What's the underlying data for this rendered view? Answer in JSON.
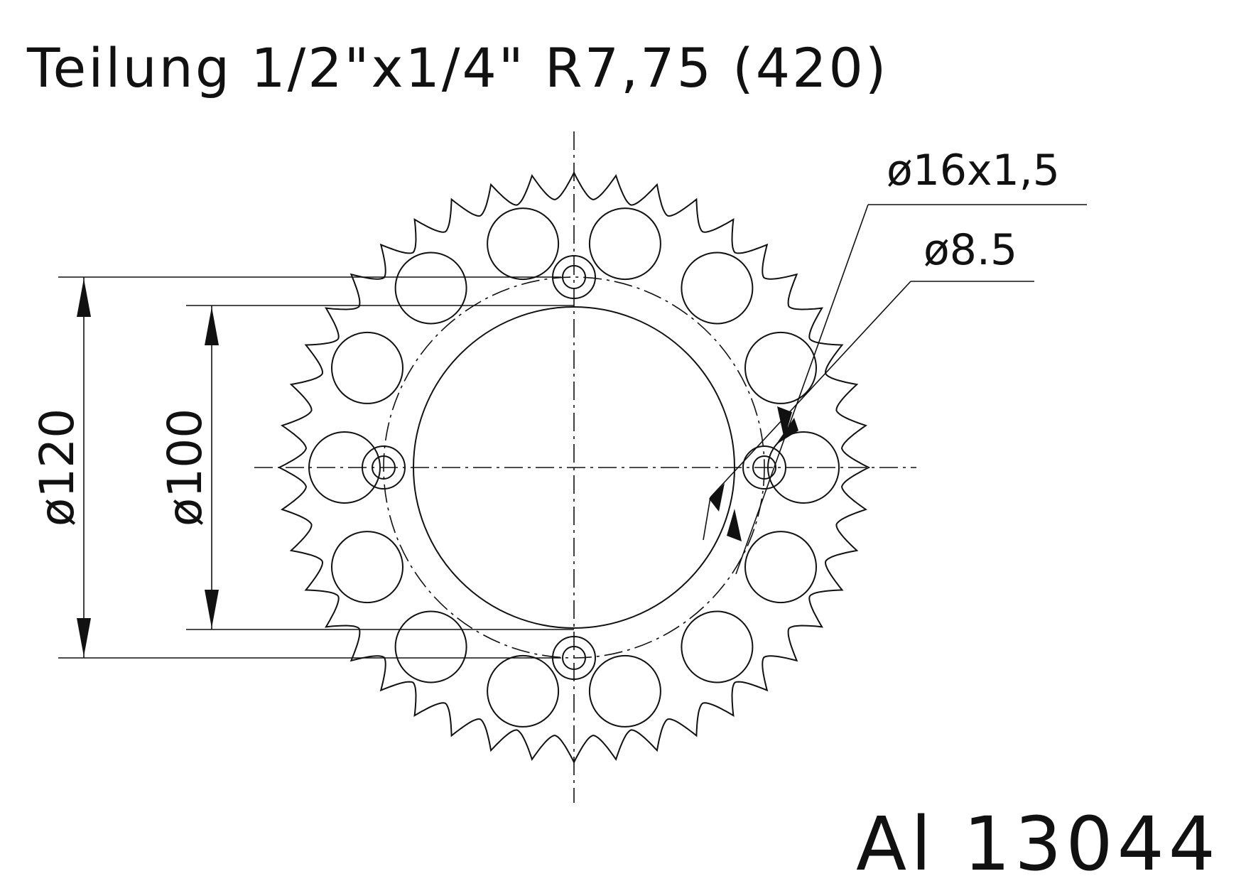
{
  "header": {
    "title": "Teilung 1/2\"x1/4\" R7,75 (420)"
  },
  "dimensions": {
    "outer_hole_label": "ø16x1,5",
    "inner_hole_label": "ø8.5",
    "bolt_circle_label": "ø120",
    "center_bore_label": "ø100"
  },
  "part": {
    "number": "Al 13044"
  },
  "sprocket": {
    "teeth": 44,
    "lightening_holes": 14,
    "mounting_holes": 4
  }
}
